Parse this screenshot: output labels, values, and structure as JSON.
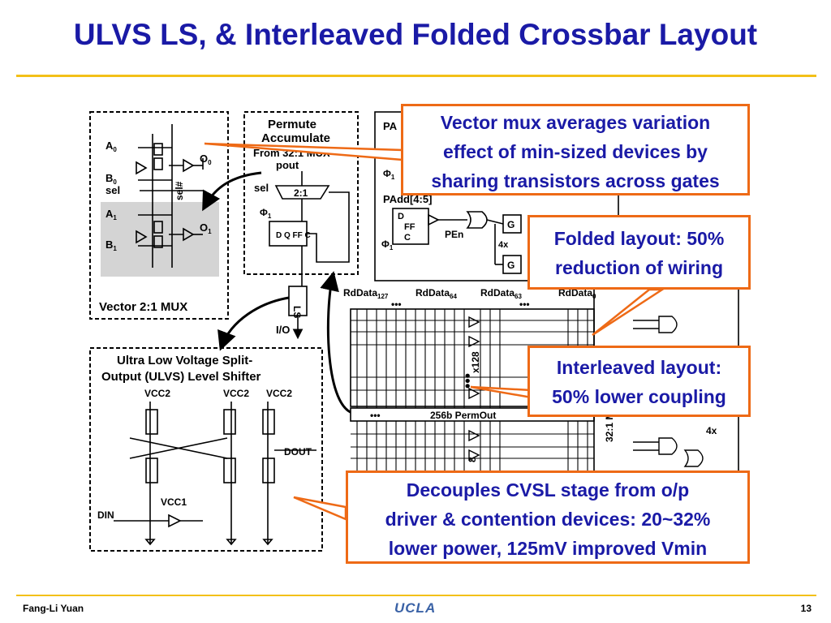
{
  "slide": {
    "title": "ULVS LS, & Interleaved Folded Crossbar Layout",
    "footer": {
      "author": "Fang-Li Yuan",
      "logo": "UCLA",
      "page_number": "13"
    }
  },
  "colors": {
    "title": "#1a1aa6",
    "accent_rule": "#f3c018",
    "callout_border": "#ee6a16",
    "mux_shade": "#d4d4d4"
  },
  "callouts": [
    {
      "id": "vector-mux",
      "lines": [
        "Vector mux averages variation",
        "effect of min-sized devices by",
        "sharing transistors across gates"
      ]
    },
    {
      "id": "folded-layout",
      "lines": [
        "Folded layout: 50%",
        "reduction of wiring"
      ]
    },
    {
      "id": "interleaved-layout",
      "lines": [
        "Interleaved layout:",
        "50% lower coupling"
      ]
    },
    {
      "id": "decouples-cvsl",
      "lines": [
        "Decouples CVSL stage from o/p",
        "driver & contention devices: 20~32%",
        "lower power, 125mV improved Vmin"
      ]
    }
  ],
  "diagram": {
    "mux": {
      "title": "Vector 2:1 MUX",
      "labels": {
        "a0": "A",
        "a0_sub": "0",
        "b0": "B",
        "b0_sub": "0",
        "sel": "sel",
        "a1": "A",
        "a1_sub": "1",
        "b1": "B",
        "b1_sub": "1",
        "selbar": "sel#",
        "o0": "O",
        "o0_sub": "0",
        "o1": "O",
        "o1_sub": "1"
      }
    },
    "permute": {
      "title_line1": "Permute",
      "title_line2": "Accumulate",
      "from_mux": "From 32:1 MUX",
      "pout": "pout",
      "sel": "sel",
      "mux21": "2:1",
      "phi": "Φ",
      "phi_sub": "1",
      "ff": "D Q FF C",
      "ls": "LS",
      "io": "I/O"
    },
    "level_shifter": {
      "title_line1": "Ultra Low Voltage Split-",
      "title_line2": "Output (ULVS) Level Shifter",
      "vcc2": "VCC2",
      "vcc1": "VCC1",
      "din": "DIN",
      "dout": "DOUT"
    },
    "crossbar": {
      "pa": "PA",
      "padd": "PAdd[4:5]",
      "ff_d": "D",
      "ff_label": "FF",
      "ff_c": "C",
      "pen": "PEn",
      "x4": "4x",
      "g": "G",
      "phi": "Φ",
      "phi_sub": "1",
      "rd127": "RdData",
      "rd127_sub": "127",
      "rd64": "RdData",
      "rd64_sub": "64",
      "rd63": "RdData",
      "rd63_sub": "63",
      "rd0": "RdData",
      "rd0_sub": "0",
      "x128": "x128",
      "permout": "256b PermOut",
      "mux32": "32:1 M",
      "dots": "•••",
      "x4b": "4x",
      "x8": "8"
    }
  }
}
